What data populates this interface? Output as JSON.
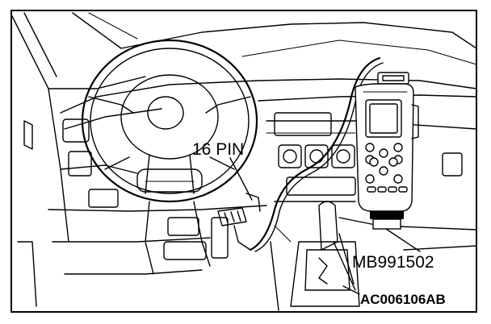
{
  "labels": {
    "connector": "16 PIN",
    "tool": "MB991502",
    "reference": "AC006106AB"
  }
}
